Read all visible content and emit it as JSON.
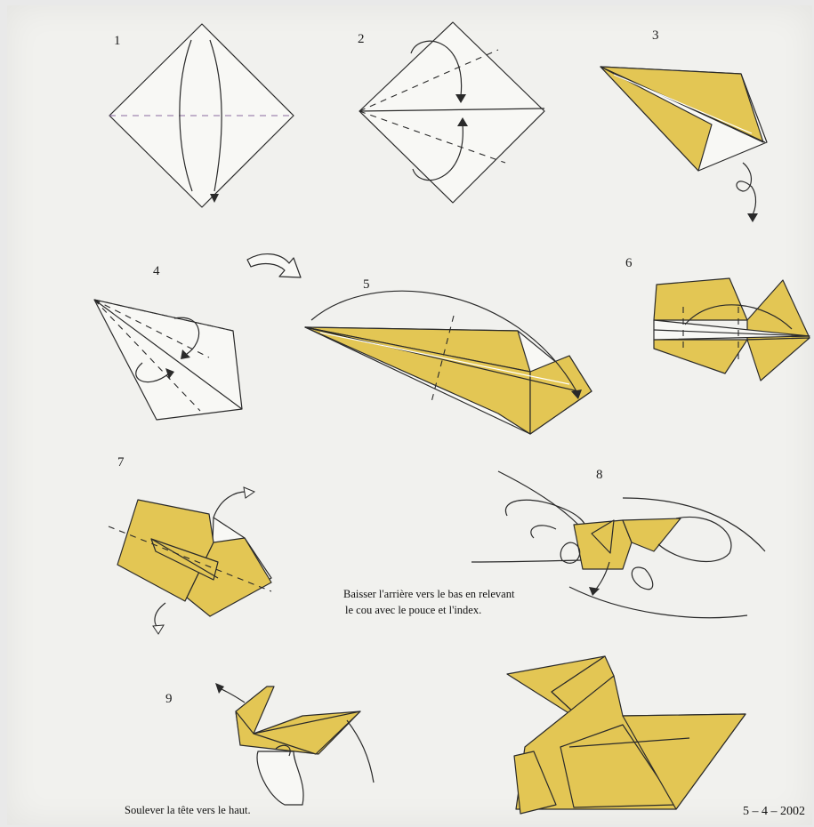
{
  "steps": [
    {
      "number": "1"
    },
    {
      "number": "2"
    },
    {
      "number": "3"
    },
    {
      "number": "4"
    },
    {
      "number": "5"
    },
    {
      "number": "6"
    },
    {
      "number": "7"
    },
    {
      "number": "8"
    },
    {
      "number": "9"
    }
  ],
  "captions": {
    "step8_line1": "Baisser l'arrière vers le bas en relevant",
    "step8_line2": "le cou avec le pouce et l'index.",
    "step9": "Soulever la tête vers le haut."
  },
  "date": "5 – 4 – 2002",
  "colors": {
    "paper_yellow": "#e3c654",
    "ink": "#2a2a2a",
    "sheet": "#f1f1ee"
  }
}
